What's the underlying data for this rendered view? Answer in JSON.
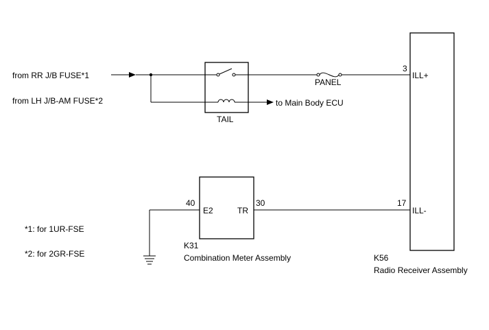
{
  "sources": {
    "fuse1_label": "from RR J/B FUSE*1",
    "fuse2_label": "from LH J/B-AM FUSE*2"
  },
  "relay": {
    "label": "TAIL"
  },
  "fuse": {
    "label": "PANEL"
  },
  "outputs": {
    "ecu_label": "to Main Body ECU"
  },
  "radio": {
    "code": "K56",
    "name": "Radio Receiver Assembly",
    "pin_ill_plus_num": "3",
    "pin_ill_plus_name": "ILL+",
    "pin_ill_minus_num": "17",
    "pin_ill_minus_name": "ILL-"
  },
  "meter": {
    "code": "K31",
    "name": "Combination Meter Assembly",
    "pin_e2_num": "40",
    "pin_e2_name": "E2",
    "pin_tr_num": "30",
    "pin_tr_name": "TR"
  },
  "notes": {
    "note1": "*1: for 1UR-FSE",
    "note2": "*2: for 2GR-FSE"
  }
}
